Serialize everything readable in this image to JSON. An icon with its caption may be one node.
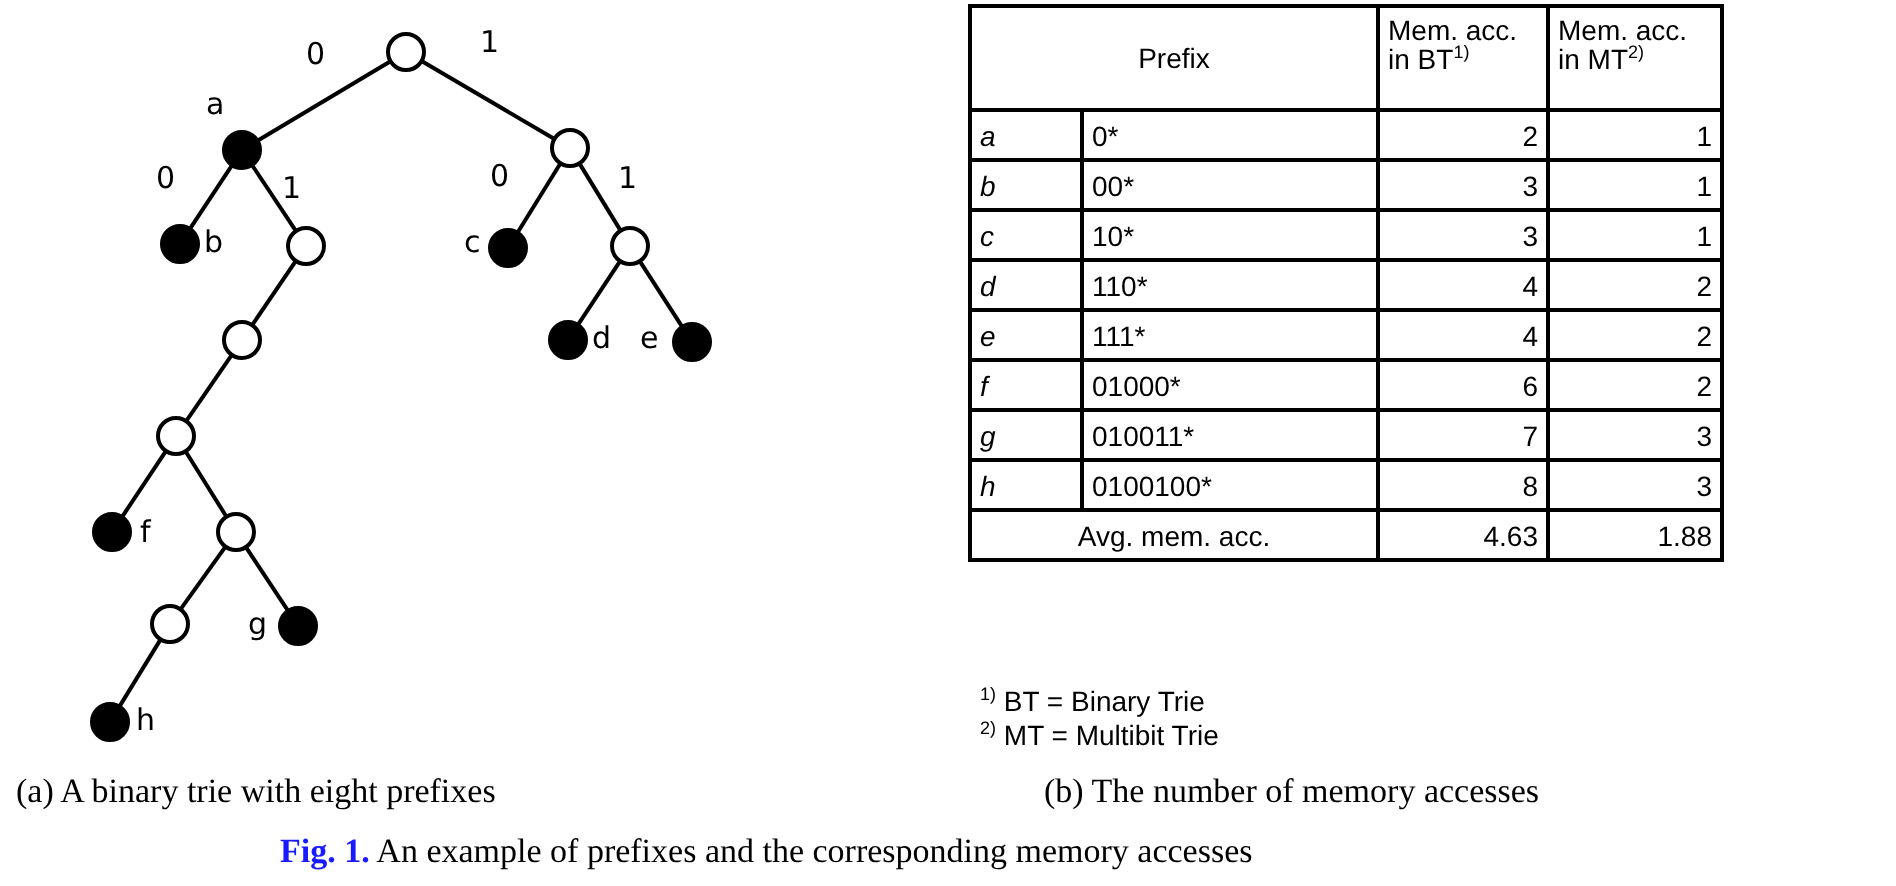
{
  "diagram": {
    "caption": "**Fig. 1.** An example of prefixes and the corresponding memory accesses",
    "nodes": [
      {
        "text": [],
        "shape": "circle"
      },
      {
        "text": [],
        "shape": "dot",
        "beside": [
          "a"
        ]
      },
      {
        "text": [],
        "shape": "circle"
      },
      {
        "text": [],
        "shape": "dot",
        "beside": [
          "b"
        ]
      },
      {
        "text": [],
        "shape": "circle"
      },
      {
        "text": [],
        "shape": "dot",
        "beside": [
          "c"
        ]
      },
      {
        "text": [],
        "shape": "circle"
      },
      {
        "text": [],
        "shape": "circle"
      },
      {
        "text": [],
        "shape": "dot",
        "beside": [
          "d"
        ]
      },
      {
        "text": [],
        "shape": "dot",
        "beside": [
          "e"
        ]
      },
      {
        "text": [],
        "shape": "circle"
      },
      {
        "text": [],
        "shape": "dot",
        "beside": [
          "f"
        ]
      },
      {
        "text": [],
        "shape": "circle"
      },
      {
        "text": [],
        "shape": "circle"
      },
      {
        "text": [],
        "shape": "dot",
        "beside": [
          "g"
        ]
      },
      {
        "text": [],
        "shape": "dot",
        "beside": [
          "h"
        ]
      }
    ],
    "edges": [
      {
        "from": 0,
        "to": 1,
        "arrow": "none",
        "label": "0"
      },
      {
        "from": 0,
        "to": 2,
        "arrow": "none",
        "label": "1"
      },
      {
        "from": 1,
        "to": 3,
        "arrow": "none",
        "label": "0"
      },
      {
        "from": 1,
        "to": 4,
        "arrow": "none",
        "label": "1"
      },
      {
        "from": 2,
        "to": 5,
        "arrow": "none",
        "label": "0"
      },
      {
        "from": 2,
        "to": 6,
        "arrow": "none",
        "label": "1"
      },
      {
        "from": 4,
        "to": 7,
        "arrow": "none"
      },
      {
        "from": 6,
        "to": 8,
        "arrow": "none"
      },
      {
        "from": 6,
        "to": 9,
        "arrow": "none"
      },
      {
        "from": 7,
        "to": 10,
        "arrow": "none"
      },
      {
        "from": 10,
        "to": 11,
        "arrow": "none"
      },
      {
        "from": 10,
        "to": 12,
        "arrow": "none"
      },
      {
        "from": 12,
        "to": 13,
        "arrow": "none"
      },
      {
        "from": 12,
        "to": 14,
        "arrow": "none"
      },
      {
        "from": 13,
        "to": 15,
        "arrow": "none"
      }
    ],
    "labels": [
      "Prefix",
      "Mem. acc. in BT$^{1)}$",
      "Mem. acc. in MT$^{2)}$",
      "a",
      "0*",
      "2",
      "1",
      "b",
      "00*",
      "3",
      "1",
      "c",
      "10*",
      "3",
      "1",
      "d",
      "110*",
      "4",
      "2",
      "e",
      "111*",
      "4",
      "2",
      "f",
      "01000*",
      "6",
      "2",
      "g",
      "010011*",
      "7",
      "3",
      "h",
      "0100100*",
      "8",
      "3",
      "Avg. mem. acc.",
      "4.63",
      "1.88",
      "$^{1)}$ BT = Binary Trie",
      "$^{2)}$ MT = Multibit Trie",
      "(a) A binary trie with eight prefixes",
      "(b) The number of memory accesses"
    ]
  }
}
